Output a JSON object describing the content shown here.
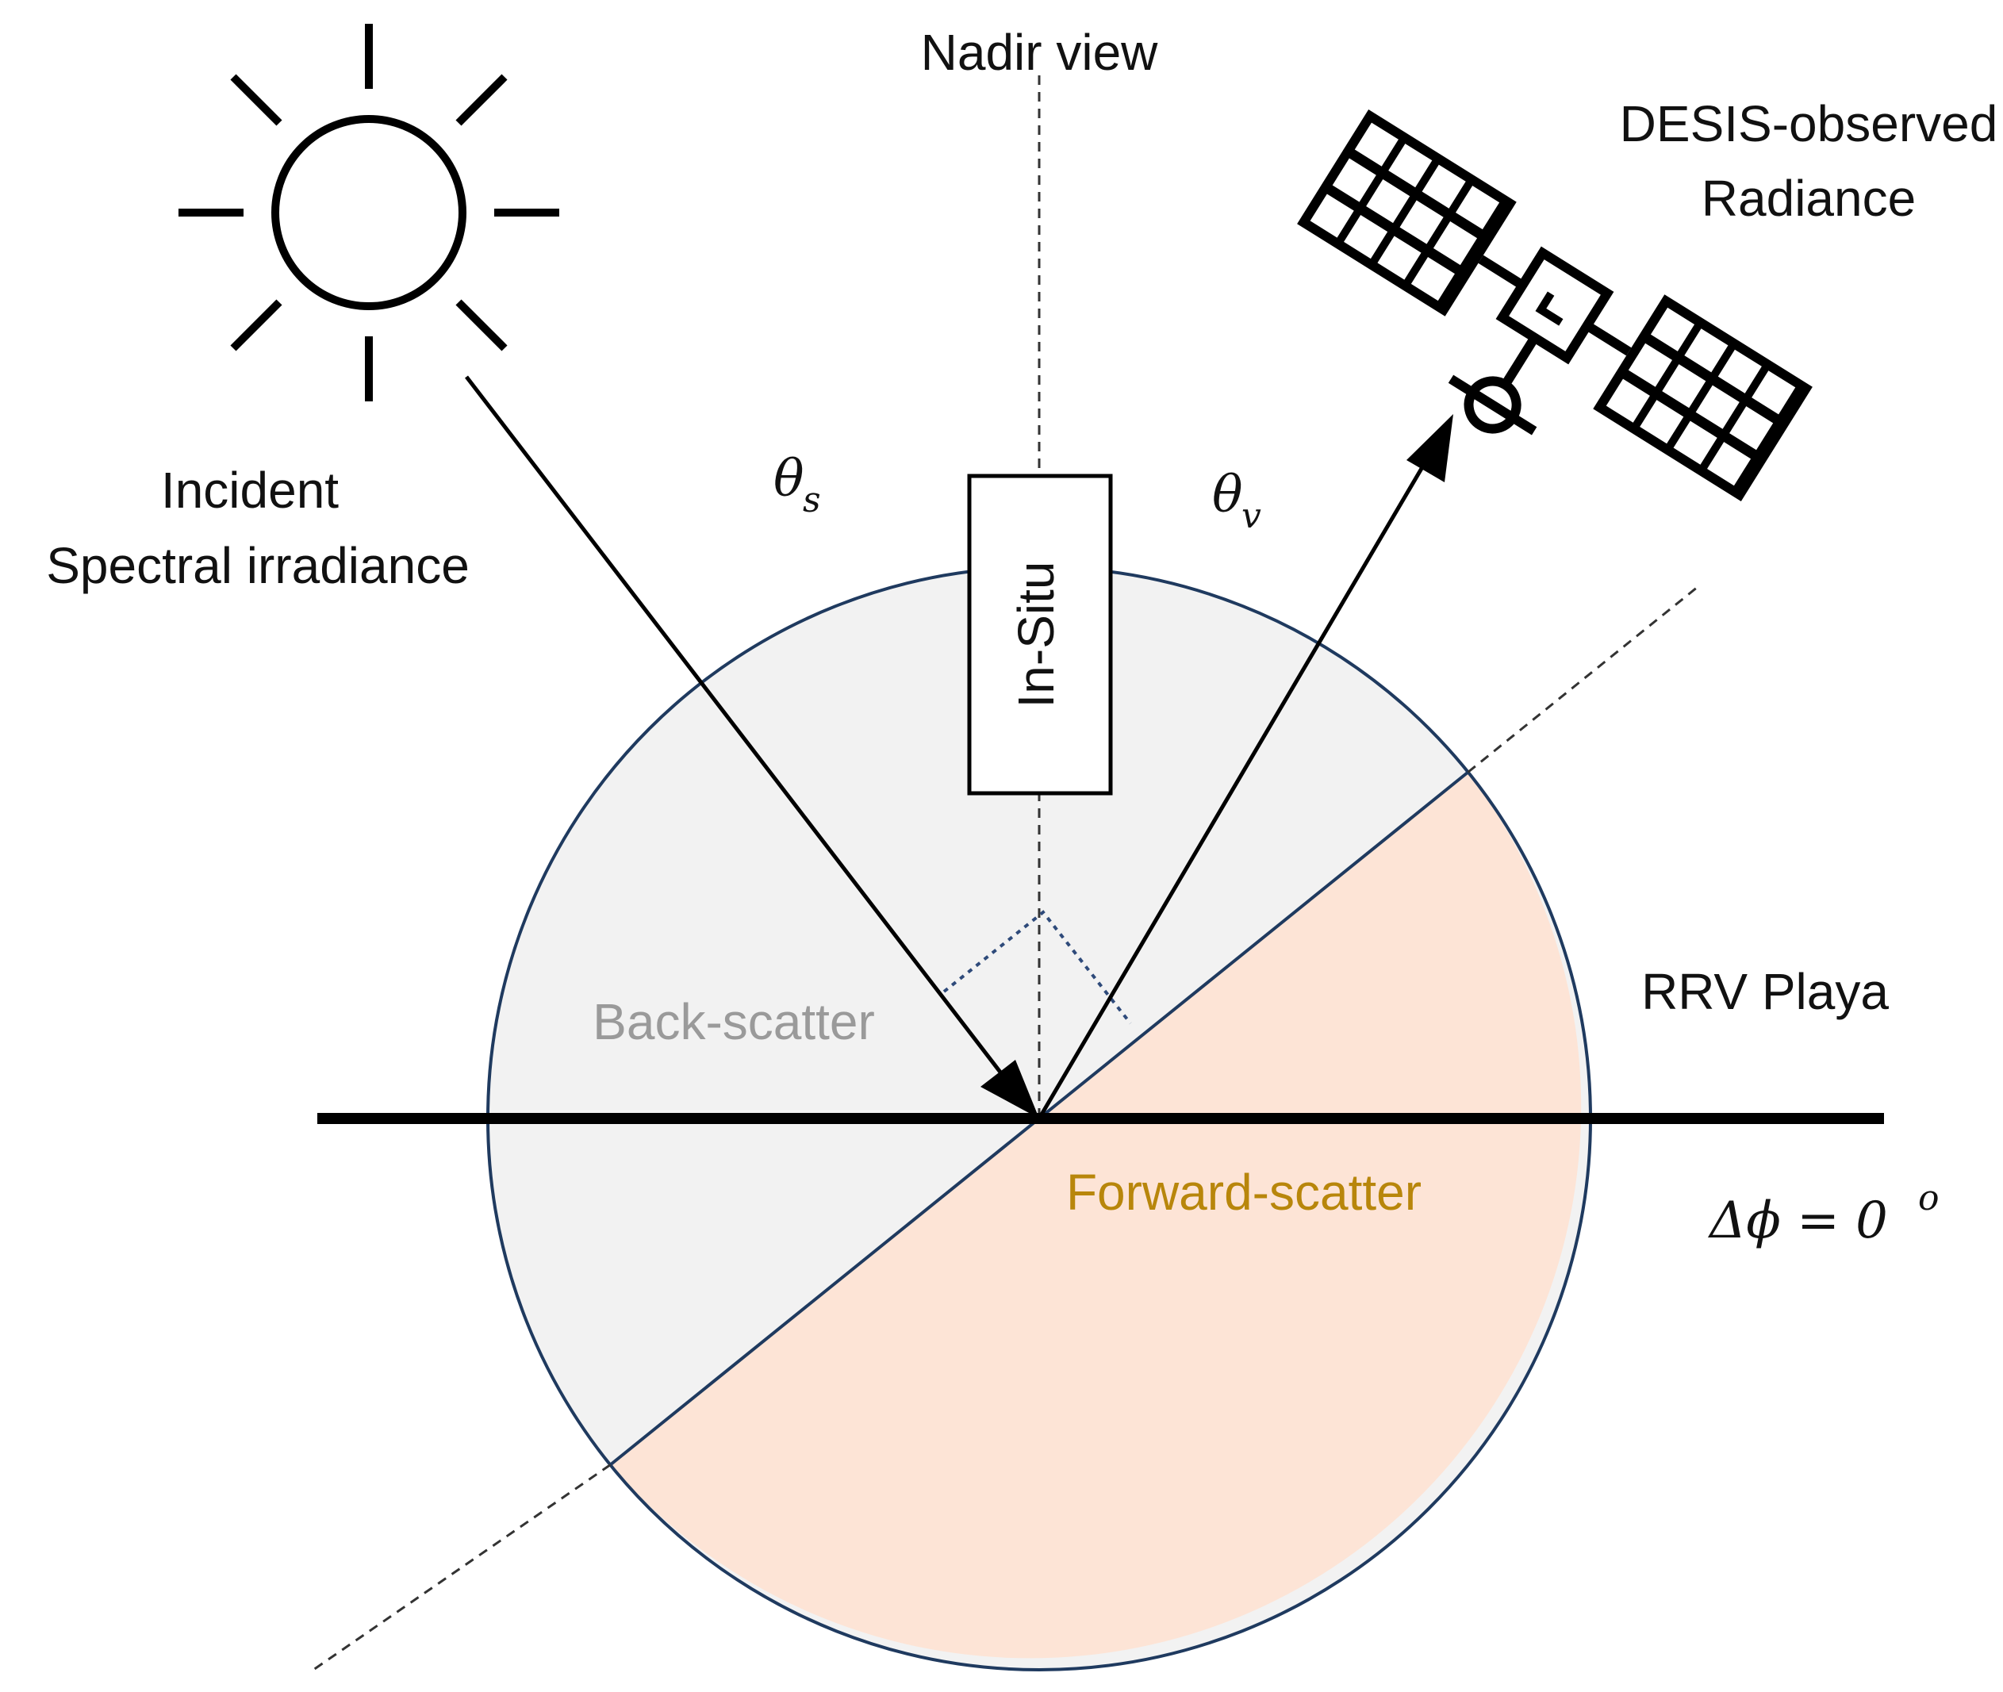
{
  "labels": {
    "nadir_view": "Nadir view",
    "satellite_line1": "DESIS-observed",
    "satellite_line2": "Radiance",
    "incident_line1": "Incident",
    "incident_line2": "Spectral irradiance",
    "theta": "θ",
    "theta_s_sub": "s",
    "theta_v_sub": "v",
    "in_situ": "In-Situ",
    "back_scatter": "Back-scatter",
    "forward_scatter": "Forward-scatter",
    "site": "RRV Playa",
    "delta_phi": "Δϕ = 0",
    "delta_phi_sup": "o"
  },
  "icons": {
    "sun": "sun-icon",
    "satellite": "satellite-icon"
  },
  "colors": {
    "back_scatter_fill": "#f2f2f2",
    "forward_scatter_fill": "#fde4d6",
    "circle_stroke": "#1f3a5f",
    "back_scatter_text": "#9a9a9a",
    "forward_scatter_text": "#b8860b",
    "right_angle_marker": "#2e4a7a"
  }
}
